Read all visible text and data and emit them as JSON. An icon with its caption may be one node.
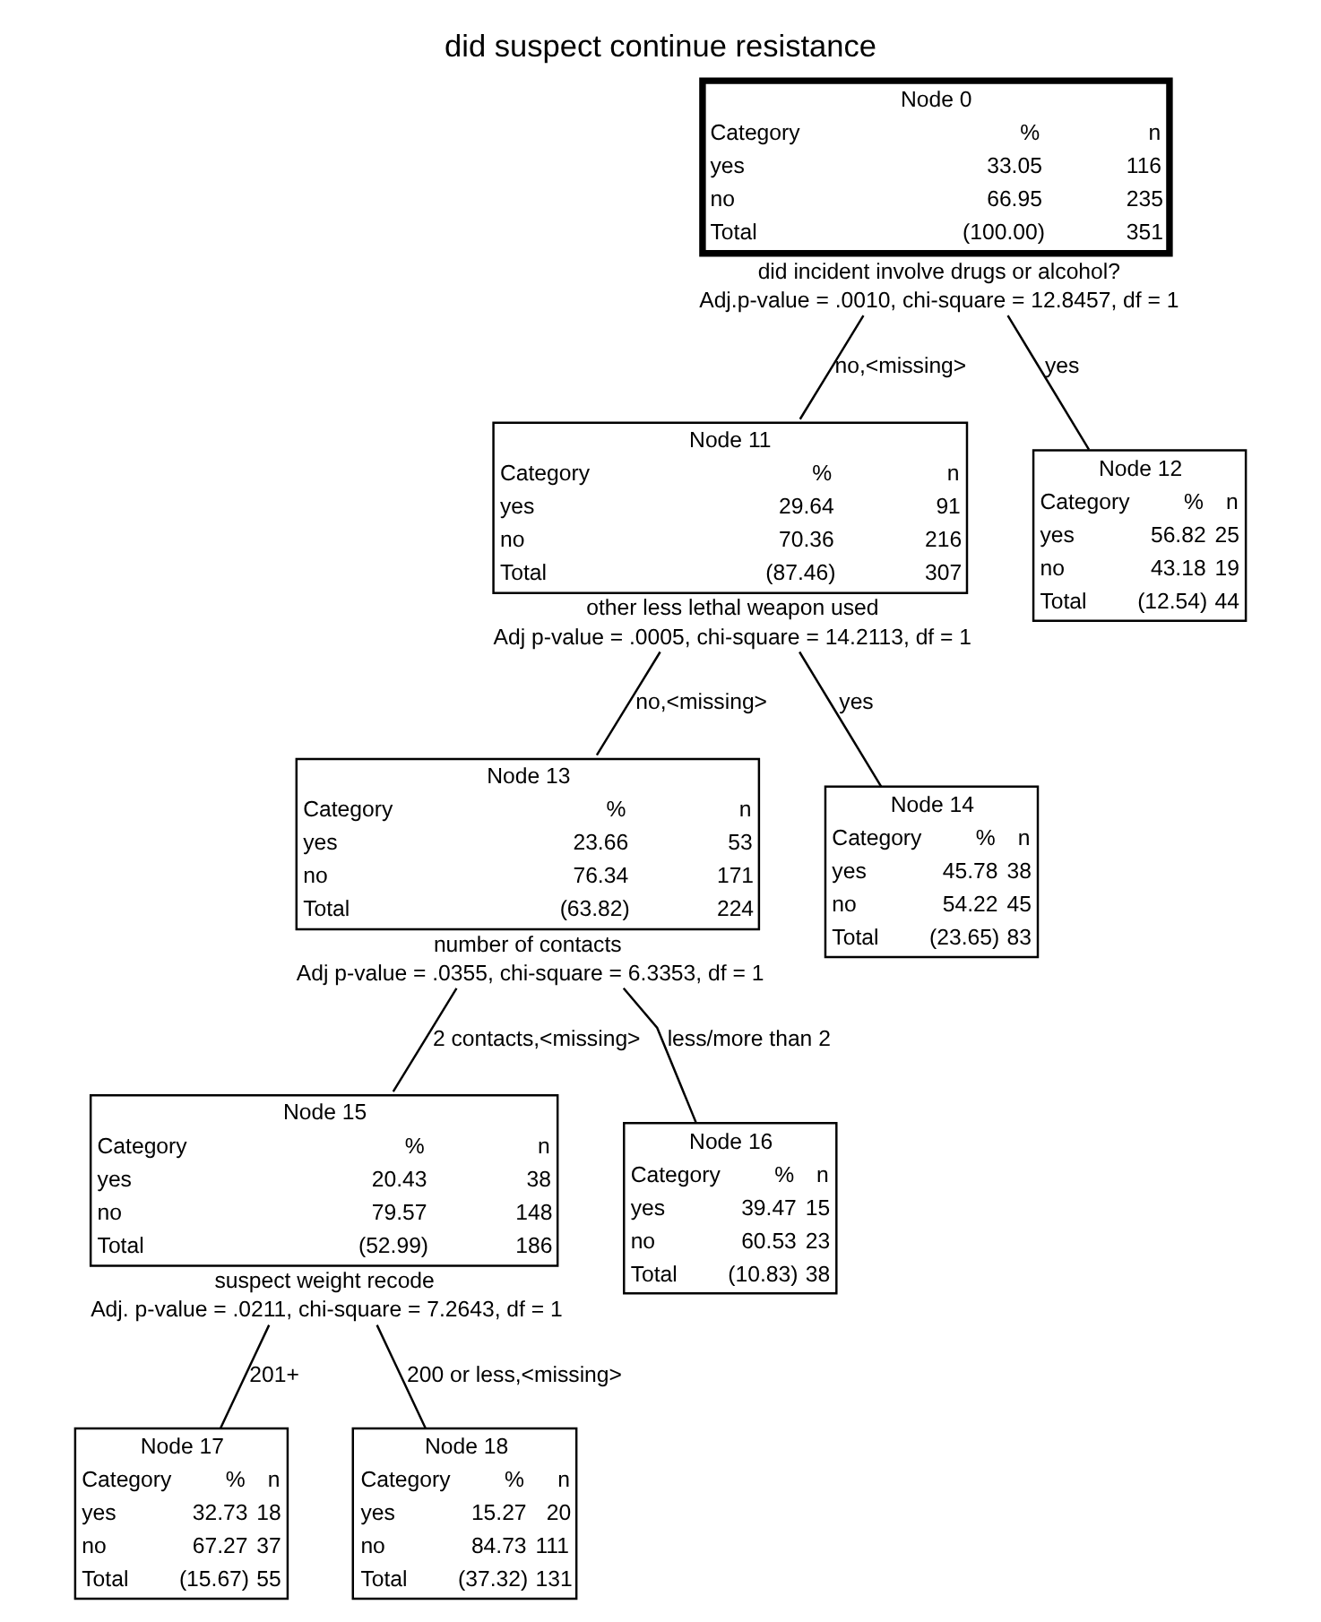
{
  "diagram": {
    "title": "did suspect continue resistance",
    "nodes": [
      {
        "text": [
          "Node 0",
          "Category",
          "%",
          "n",
          "yes",
          "33.05",
          "116",
          "no",
          "66.95",
          "235",
          "Total",
          "(100.00)",
          "351"
        ],
        "beside": [
          "did incident involve drugs or alcohol?",
          "Adj.p-value = .0010, chi-square = 12.8457, df = 1"
        ]
      },
      {
        "text": [
          "Node 11",
          "Category",
          "%",
          "n",
          "yes",
          "29.64",
          "91",
          "no",
          "70.36",
          "216",
          "Total",
          "(87.46)",
          "307"
        ],
        "beside": [
          "other less lethal weapon used",
          "Adj p-value = .0005, chi-square = 14.2113, df = 1"
        ]
      },
      {
        "text": [
          "Node 12",
          "Category",
          "%",
          "n",
          "yes",
          "56.82",
          "25",
          "no",
          "43.18",
          "19",
          "Total",
          "(12.54)",
          "44"
        ]
      },
      {
        "text": [
          "Node 13",
          "Category",
          "%",
          "n",
          "yes",
          "23.66",
          "53",
          "no",
          "76.34",
          "171",
          "Total",
          "(63.82)",
          "224"
        ],
        "beside": [
          "number of contacts",
          "Adj p-value = .0355, chi-square = 6.3353, df = 1"
        ]
      },
      {
        "text": [
          "Node 14",
          "Category",
          "%",
          "n",
          "yes",
          "45.78",
          "38",
          "no",
          "54.22",
          "45",
          "Total",
          "(23.65)",
          "83"
        ]
      },
      {
        "text": [
          "Node 15",
          "Category",
          "%",
          "n",
          "yes",
          "20.43",
          "38",
          "no",
          "79.57",
          "148",
          "Total",
          "(52.99)",
          "186"
        ],
        "beside": [
          "suspect weight recode",
          "Adj. p-value = .0211, chi-square = 7.2643, df = 1"
        ]
      },
      {
        "text": [
          "Node 16",
          "Category",
          "%",
          "n",
          "yes",
          "39.47",
          "15",
          "no",
          "60.53",
          "23",
          "Total",
          "(10.83)",
          "38"
        ]
      },
      {
        "text": [
          "Node 17",
          "Category",
          "%",
          "n",
          "yes",
          "32.73",
          "18",
          "no",
          "67.27",
          "37",
          "Total",
          "(15.67)",
          "55"
        ]
      },
      {
        "text": [
          "Node 18",
          "Category",
          "%",
          "n",
          "yes",
          "15.27",
          "20",
          "no",
          "84.73",
          "111",
          "Total",
          "(37.32)",
          "131"
        ]
      }
    ],
    "edges": [
      {
        "from": 0,
        "to": 1,
        "arrow": "none",
        "label": "no,<missing>"
      },
      {
        "from": 0,
        "to": 2,
        "arrow": "none",
        "label": "yes"
      },
      {
        "from": 1,
        "to": 3,
        "arrow": "none",
        "label": "no,<missing>"
      },
      {
        "from": 1,
        "to": 4,
        "arrow": "none",
        "label": "yes"
      },
      {
        "from": 3,
        "to": 5,
        "arrow": "none",
        "label": "2 contacts,<missing>"
      },
      {
        "from": 3,
        "to": 6,
        "arrow": "none",
        "label": "less/more than 2"
      },
      {
        "from": 5,
        "to": 7,
        "arrow": "none",
        "label": "201+"
      },
      {
        "from": 5,
        "to": 8,
        "arrow": "none",
        "label": "200 or less,<missing>"
      }
    ]
  }
}
